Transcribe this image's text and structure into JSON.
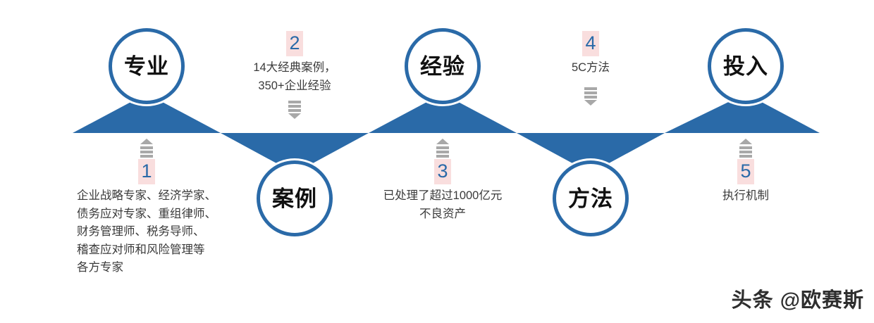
{
  "colors": {
    "band_blue": "#2a6aa8",
    "circle_stroke": "#2a6aa8",
    "badge_bg": "#f9dede",
    "badge_number": "#2a6aa8",
    "body_text": "#3a3a3a",
    "node_text": "#111111",
    "arrow_gray": "#a8a8a8",
    "background": "#ffffff"
  },
  "nodes": [
    {
      "label": "专业",
      "position": "top"
    },
    {
      "label": "案例",
      "position": "bottom"
    },
    {
      "label": "经验",
      "position": "top"
    },
    {
      "label": "方法",
      "position": "bottom"
    },
    {
      "label": "投入",
      "position": "top"
    }
  ],
  "steps": [
    {
      "number": "1",
      "text": "企业战略专家、经济学家、\n债务应对专家、重组律师、\n财务管理师、税务导师、\n稽查应对师和风险管理等\n各方专家",
      "arrow": "arrow-up-icon",
      "align": "left"
    },
    {
      "number": "2",
      "text": "14大经典案例，\n350+企业经验",
      "arrow": "arrow-down-icon",
      "align": "center"
    },
    {
      "number": "3",
      "text": "已处理了超过1000亿元\n不良资产",
      "arrow": "arrow-up-icon",
      "align": "center"
    },
    {
      "number": "4",
      "text": "5C方法",
      "arrow": "arrow-down-icon",
      "align": "center"
    },
    {
      "number": "5",
      "text": "执行机制",
      "arrow": "arrow-up-icon",
      "align": "center"
    }
  ],
  "watermark": {
    "text": "头条 @欧赛斯"
  }
}
